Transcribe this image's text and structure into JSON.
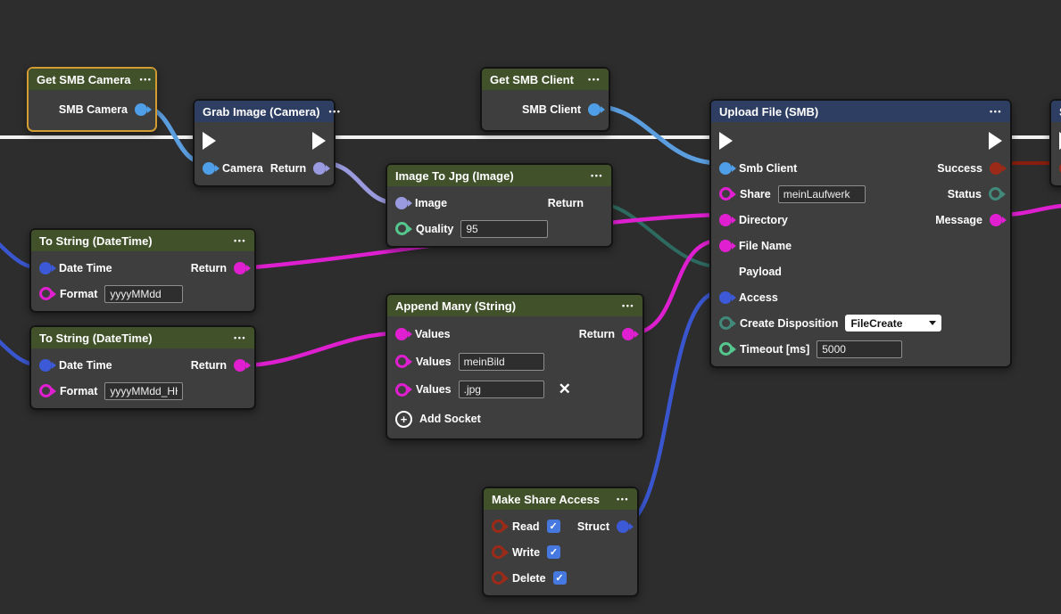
{
  "icons": {
    "menu": "•••",
    "close": "✕",
    "add": "+",
    "check": "✓"
  },
  "palette": {
    "canvas": "#2d2d2d",
    "node_body": "#3e3e3e",
    "node_border": "#131313",
    "header_green": "#41522a",
    "header_navy": "#2e3e62",
    "selected_border": "#d39c33",
    "exec_wire": "#f2f2f2",
    "wire_light_blue": "#5b9ee0",
    "wire_lavender": "#9a9ade",
    "wire_royal_blue": "#3a56cf",
    "wire_magenta": "#de1fd0",
    "wire_dark_red": "#8a1e0e",
    "wire_teal": "#2d6a5f",
    "pin_light_blue": "#4f9fe8",
    "pin_lavender": "#9a9ae0",
    "pin_royal_blue": "#3c59d8",
    "pin_magenta": "#e01fd0",
    "pin_green": "#56c68f",
    "pin_teal": "#41897a",
    "pin_dark_red": "#9c2a18",
    "grid_teal": "#2f7c6b",
    "checkbox_blue": "#4679e0"
  },
  "nodes": {
    "get_smb_camera": {
      "title": "Get SMB Camera",
      "output_label": "SMB Camera"
    },
    "grab_image": {
      "title": "Grab Image (Camera)",
      "input_label": "Camera",
      "output_label": "Return"
    },
    "get_smb_client": {
      "title": "Get SMB Client",
      "output_label": "SMB Client"
    },
    "image_to_jpg": {
      "title": "Image To Jpg (Image)",
      "input_image_label": "Image",
      "output_label": "Return",
      "input_quality_label": "Quality",
      "quality_value": "95"
    },
    "to_string_top": {
      "title": "To String (DateTime)",
      "input_datetime_label": "Date Time",
      "output_label": "Return",
      "input_format_label": "Format",
      "format_value": "yyyyMMdd"
    },
    "to_string_bottom": {
      "title": "To String (DateTime)",
      "input_datetime_label": "Date Time",
      "output_label": "Return",
      "input_format_label": "Format",
      "format_value": "yyyyMMdd_HH"
    },
    "append_many": {
      "title": "Append Many (String)",
      "values1_label": "Values",
      "output_label": "Return",
      "values2_label": "Values",
      "values2_value": "meinBild",
      "values3_label": "Values",
      "values3_value": ".jpg",
      "add_socket_label": "Add Socket"
    },
    "make_share_access": {
      "title": "Make Share Access",
      "read_label": "Read",
      "struct_label": "Struct",
      "write_label": "Write",
      "delete_label": "Delete",
      "read_checked": true,
      "write_checked": true,
      "delete_checked": true
    },
    "upload_file": {
      "title": "Upload File (SMB)",
      "smb_client_label": "Smb Client",
      "success_label": "Success",
      "share_label": "Share",
      "share_value": "meinLaufwerk",
      "status_label": "Status",
      "directory_label": "Directory",
      "message_label": "Message",
      "file_name_label": "File Name",
      "payload_label": "Payload",
      "access_label": "Access",
      "create_disposition_label": "Create Disposition",
      "create_disposition_value": "FileCreate",
      "timeout_label": "Timeout [ms]",
      "timeout_value": "5000"
    },
    "partial_right": {
      "title": "S"
    }
  }
}
